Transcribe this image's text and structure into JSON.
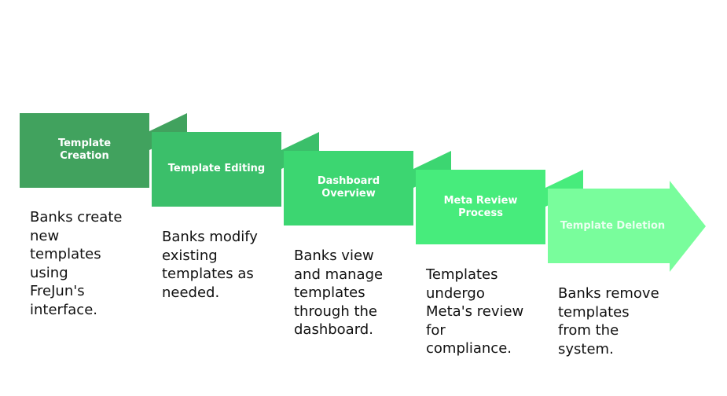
{
  "colors": {
    "step1": "#41a25e",
    "step2": "#3bbf6a",
    "step3": "#3cd671",
    "step4": "#47ec7c",
    "step5": "#79fd9c",
    "step5_title": "#eafff0",
    "desc_text": "#111111"
  },
  "steps": [
    {
      "title": "Template\nCreation",
      "description": "Banks create\nnew\ntemplates\nusing\nFreJun's\ninterface."
    },
    {
      "title": "Template Editing",
      "description": "Banks modify\nexisting\ntemplates as\nneeded."
    },
    {
      "title": "Dashboard\nOverview",
      "description": "Banks view\nand manage\ntemplates\nthrough the\ndashboard."
    },
    {
      "title": "Meta Review\nProcess",
      "description": "Templates\nundergo\nMeta's review\nfor\ncompliance."
    },
    {
      "title": "Template Deletion",
      "description": "Banks remove\ntemplates\nfrom the\nsystem."
    }
  ]
}
